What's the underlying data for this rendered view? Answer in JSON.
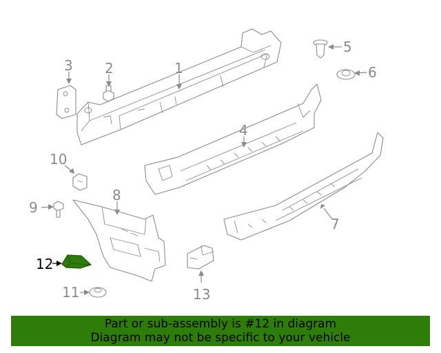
{
  "diagram": {
    "callouts": [
      "1",
      "2",
      "3",
      "4",
      "5",
      "6",
      "7",
      "8",
      "9",
      "10",
      "11",
      "12",
      "13"
    ],
    "highlighted_part": "12",
    "highlight_color": "#2e7d0b"
  },
  "banner": {
    "line1": "Part or sub-assembly is #12 in diagram",
    "line2": "Diagram may not be specific to your vehicle",
    "background": "#2e7d0b"
  }
}
